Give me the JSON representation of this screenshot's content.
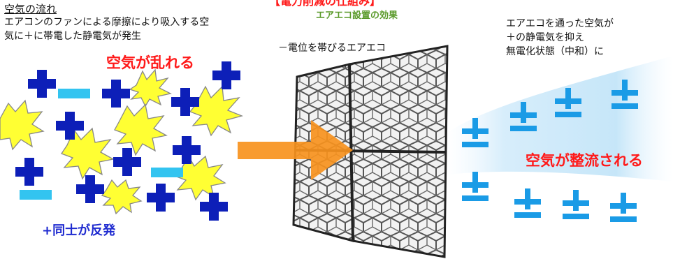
{
  "left": {
    "title": "空気の流れ",
    "description": "エアコンのファンによる摩擦により吸入する空\n気に＋に帯電した静電気が発生",
    "turbulence_label": "空気が乱れる",
    "repel_label": "+同士が反発"
  },
  "center": {
    "header_top": "【電力削減の仕組み】",
    "header_sub": "エアエコ設置の効果",
    "filter_label": "－電位を帯びるエアエコ"
  },
  "right": {
    "description": "エアエコを通った空気が\n＋の静電気を抑え\n無電化状態（中和）に",
    "rectified_label": "空気が整流される"
  },
  "colors": {
    "plus": "#0d1fb8",
    "minus": "#33c4f0",
    "spark_fill": "#ffff33",
    "arrow": "#f7931e",
    "plus_minus": "#1a9be6",
    "red_label": "#ff1a1a",
    "green_label": "#5a9a2a"
  }
}
